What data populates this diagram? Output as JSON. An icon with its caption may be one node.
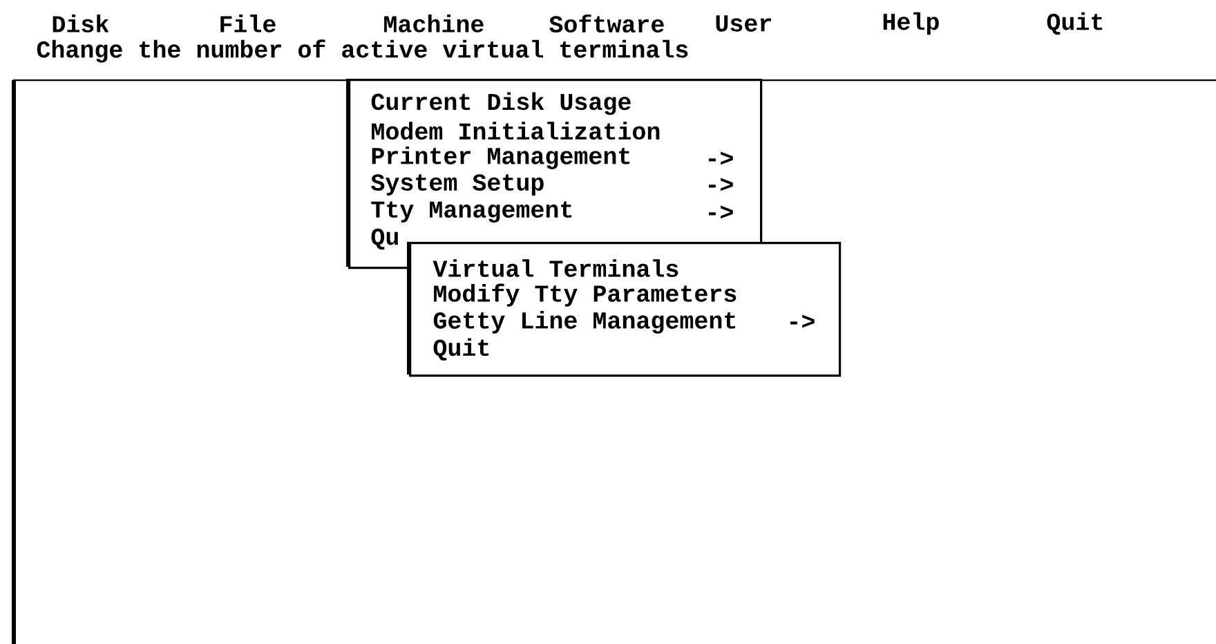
{
  "diagram": {
    "nodes": [
      {
        "text": [
          "Current Disk Usage",
          "Modem Initialization",
          "Printer Management",
          "System Setup",
          "Tty Management",
          "Qu"
        ]
      },
      {
        "text": [
          "Virtual Terminals",
          "Modify Tty Parameters",
          "Getty Line Management",
          "Quit"
        ]
      }
    ],
    "labels": [
      "Disk",
      "File",
      "Machine",
      "Software",
      "User",
      "Help",
      "Quit",
      "Change the number of active virtual terminals",
      "->",
      "->",
      "->",
      "->"
    ]
  }
}
